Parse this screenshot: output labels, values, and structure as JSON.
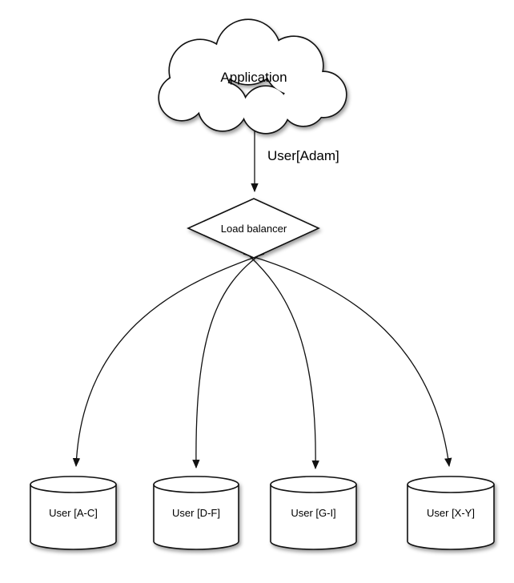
{
  "diagram": {
    "cloud": {
      "label": "Application"
    },
    "edge_cloud_to_lb": {
      "label": "User[Adam]"
    },
    "load_balancer": {
      "label": "Load balancer"
    },
    "shards": [
      {
        "label": "User [A-C]"
      },
      {
        "label": "User [D-F]"
      },
      {
        "label": "User [G-I]"
      },
      {
        "label": "User [X-Y]"
      }
    ],
    "colors": {
      "stroke": "#111111",
      "shape_fill": "#ffffff",
      "background": "#ffffff",
      "shadow": "rgba(0,0,0,0.38)"
    }
  }
}
